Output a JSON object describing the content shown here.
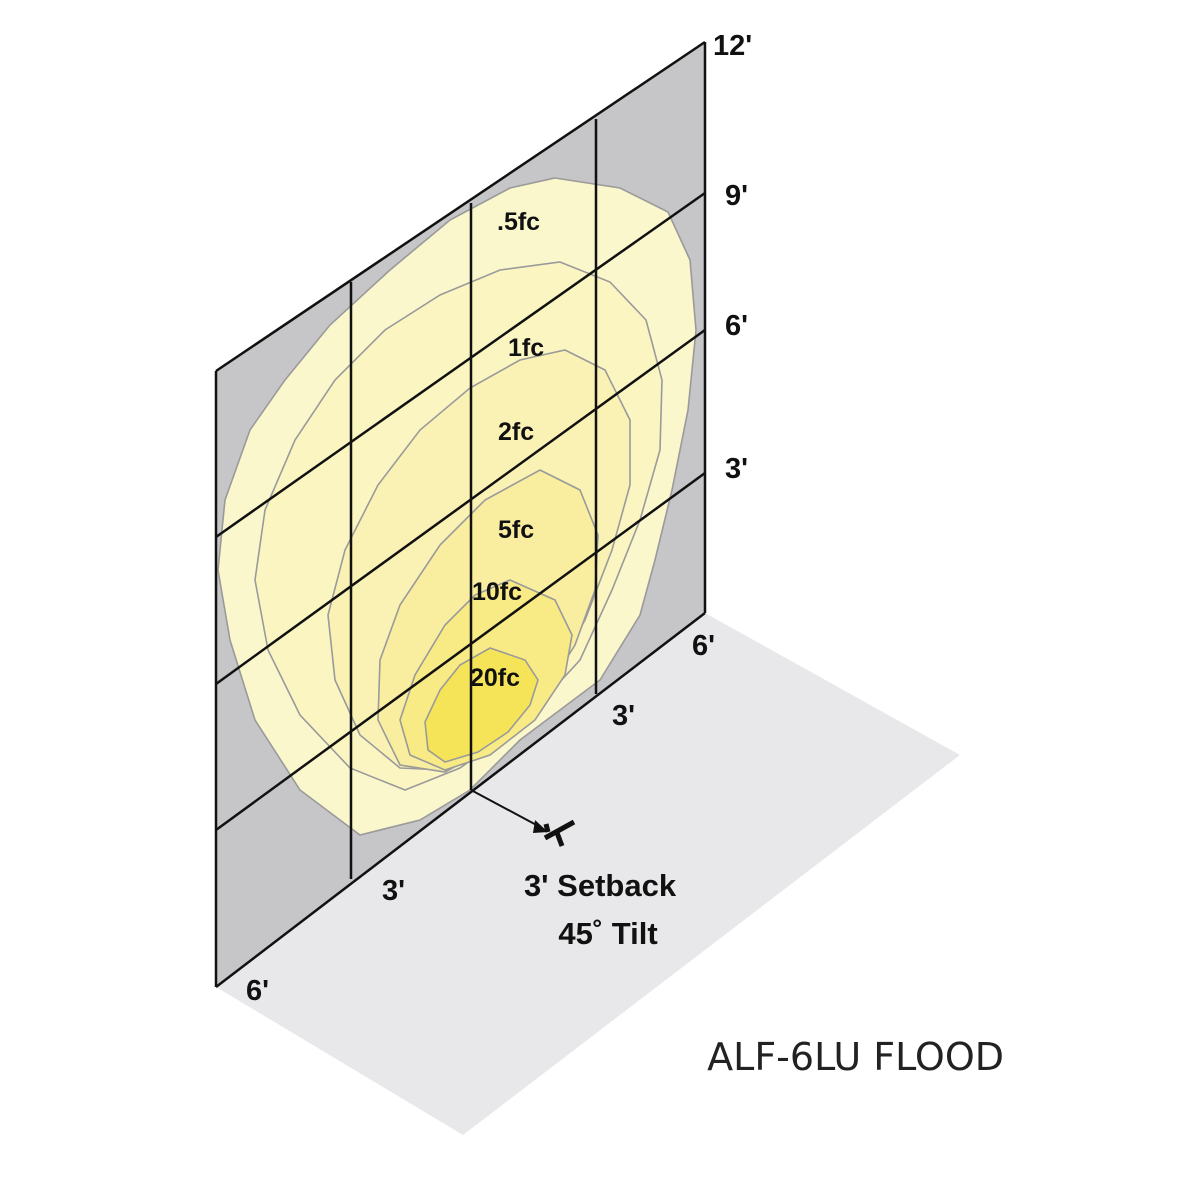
{
  "diagram": {
    "wall_height_labels": [
      "3'",
      "6'",
      "9'",
      "12'"
    ],
    "depth_labels": [
      "3'",
      "6'"
    ],
    "width_labels": [
      "3'",
      "6'"
    ],
    "isofootcandle_levels": [
      ".5fc",
      "1fc",
      "2fc",
      "5fc",
      "10fc",
      "20fc"
    ],
    "fixture_note": {
      "setback": "3' Setback",
      "tilt": "45˚ Tilt"
    },
    "product": "ALF-6LU FLOOD",
    "colors": {
      "wall": "#c6c6c8",
      "floor": "#e8e8ea",
      "contour_fills": [
        "#fbf7cd",
        "#fbf5c2",
        "#faf2b4",
        "#f9ee9f",
        "#f8ea84",
        "#f6e458"
      ]
    }
  }
}
